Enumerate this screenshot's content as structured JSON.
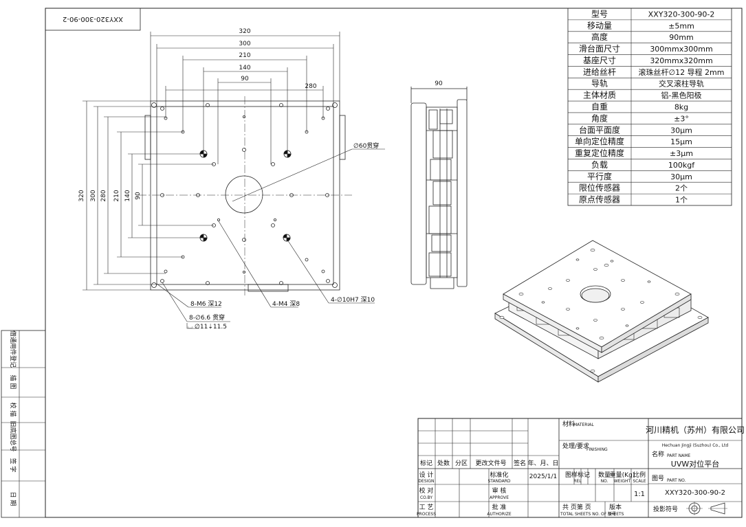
{
  "title_box_text": "XXY320-300-90-2",
  "side_labels": [
    "借通用件登记",
    "描 图",
    "校 描",
    "旧底图总号",
    "签 字",
    "日 期"
  ],
  "specs": [
    {
      "label": "型号",
      "value": "XXY320-300-90-2"
    },
    {
      "label": "移动量",
      "value": "±5mm"
    },
    {
      "label": "高度",
      "value": "90mm"
    },
    {
      "label": "滑台面尺寸",
      "value": "300mmx300mm"
    },
    {
      "label": "基座尺寸",
      "value": "320mmx320mm"
    },
    {
      "label": "进给丝杆",
      "value": "滚珠丝杆∅12 导程 2mm"
    },
    {
      "label": "导轨",
      "value": "交叉滚柱导轨"
    },
    {
      "label": "主体材质",
      "value": "铝-黑色阳极"
    },
    {
      "label": "自重",
      "value": "8kg"
    },
    {
      "label": "角度",
      "value": "±3°"
    },
    {
      "label": "台面平面度",
      "value": "30μm"
    },
    {
      "label": "单向定位精度",
      "value": "15μm"
    },
    {
      "label": "重复定位精度",
      "value": "±3μm"
    },
    {
      "label": "负载",
      "value": "100kgf"
    },
    {
      "label": "平行度",
      "value": "30μm"
    },
    {
      "label": "限位传感器",
      "value": "2个"
    },
    {
      "label": "原点传感器",
      "value": "1个"
    }
  ],
  "dims": {
    "top": [
      "320",
      "300",
      "210",
      "140",
      "90",
      "280"
    ],
    "left": [
      "320",
      "300",
      "280",
      "210",
      "140",
      "90"
    ],
    "side_width": "90"
  },
  "callouts": {
    "hole60": "∅60贯穿",
    "m6": "8-M6 深12",
    "thru66": "8-∅6.6 贯穿",
    "cbore": "⌴ ∅11⇣11.5",
    "m4": "4-M4 深8",
    "pin": "4-∅10H7 深10"
  },
  "title_block": {
    "material": "材料",
    "material_en": "MATERIAL",
    "finishing": "处理/要求",
    "finishing_en": "FINISHING",
    "company": "河川精机（苏州）有限公司",
    "company_en": "Hechuan Jingji (Suzhou) Co., Ltd",
    "name_label": "名称",
    "name_label_en": "PART NAME",
    "part_name": "UVW对位平台",
    "drawing_no_label": "图号",
    "drawing_no_label_en": "PART NO.",
    "drawing_no": "XXY320-300-90-2",
    "projection_label": "投影符号",
    "rev_headers": [
      "标记",
      "处数",
      "分区",
      "更改文件号",
      "签名",
      "年、月、日"
    ],
    "design": "设 计",
    "design_en": "DESIGN",
    "check": "校 对",
    "check_en": "CO.BY",
    "process": "工 艺",
    "process_en": "PROCESS",
    "standard": "标准化",
    "standard_en": "STANDARD",
    "audit": "审 核",
    "audit_en": "APPROVE",
    "approve": "批 准",
    "approve_en": "AUTHORIZE",
    "date": "2025/1/1",
    "stage_mark": "图样标记",
    "stage_mark_en": "REL",
    "quantity": "数量",
    "quantity_en": "NO.",
    "weight": "重量(Kg)",
    "weight_en": "WEIGHT",
    "scale": "比例",
    "scale_en": "SCALE",
    "scale_value": "1:1",
    "sheets": "共   页第   页",
    "sheets_en": "TOTAL SHEETS NO. OF SHEETS",
    "version": "版本",
    "version_en": "版号"
  }
}
